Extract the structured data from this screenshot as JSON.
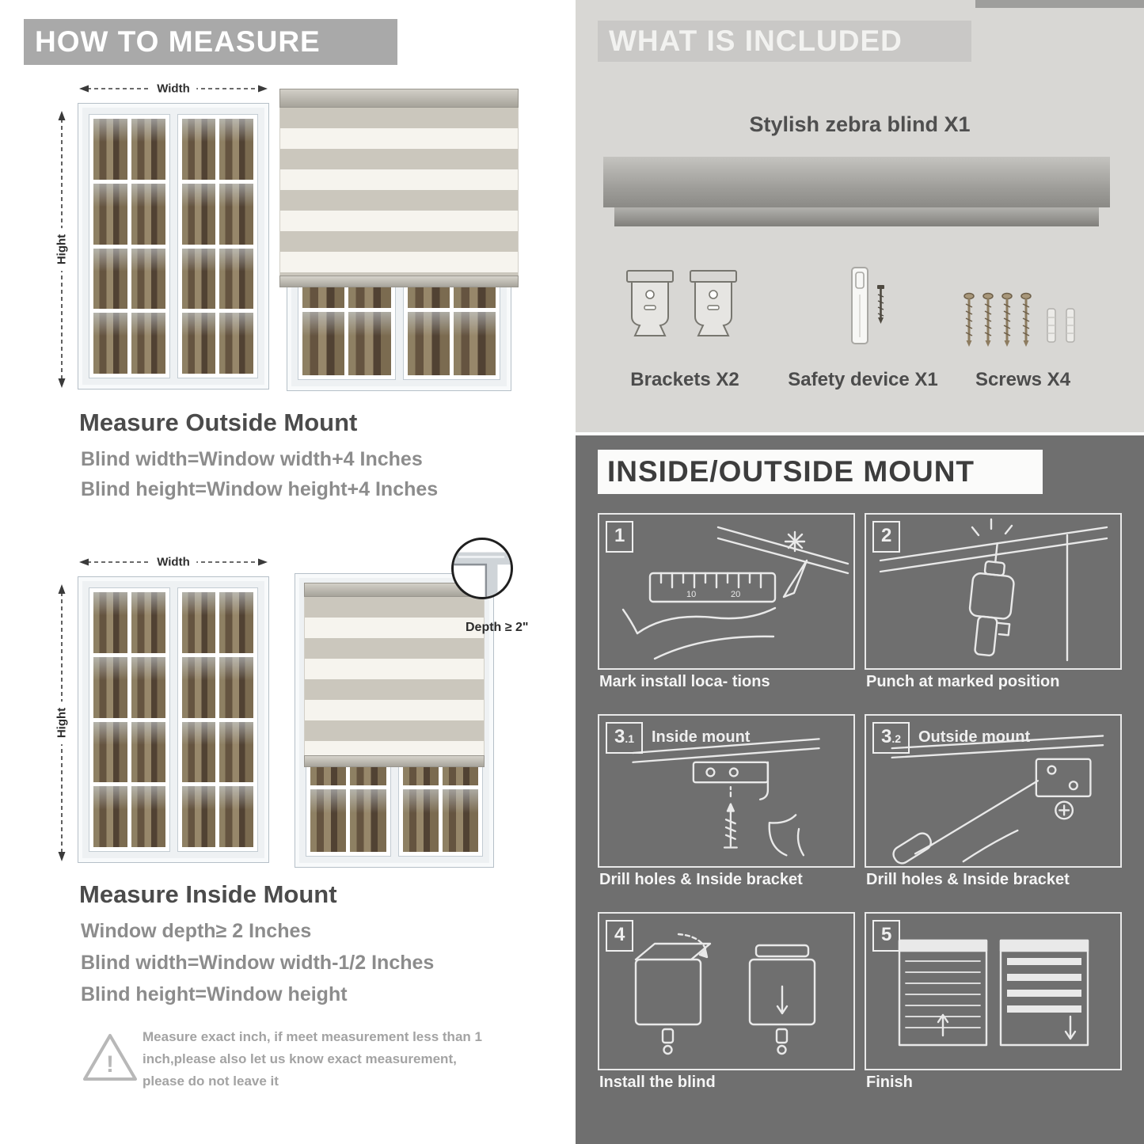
{
  "how_to_measure": {
    "header": "HOW TO MEASURE",
    "width_label": "Width",
    "height_label": "Hight",
    "outside": {
      "title": "Measure Outside Mount",
      "line1": "Blind width=Window width+4 Inches",
      "line2": "Blind height=Window height+4 Inches"
    },
    "inside": {
      "depth_note": "Depth ≥ 2\"",
      "title": "Measure Inside Mount",
      "line1": "Window depth≥ 2 Inches",
      "line2": "Blind width=Window width-1/2 Inches",
      "line3": "Blind height=Window height"
    },
    "warning_text": "Measure exact inch, if meet measurement less than 1 inch,please also let us know exact measurement, please do not leave it"
  },
  "included": {
    "header": "WHAT IS INCLUDED",
    "product_label": "Stylish zebra blind X1",
    "items": [
      {
        "label": "Brackets X2"
      },
      {
        "label": "Safety device X1"
      },
      {
        "label": "Screws X4"
      }
    ]
  },
  "mount_guide": {
    "header": "INSIDE/OUTSIDE MOUNT",
    "steps": [
      {
        "num": "1",
        "sub": "",
        "label": "",
        "caption": "Mark install loca- tions"
      },
      {
        "num": "2",
        "sub": "",
        "label": "",
        "caption": "Punch at  marked position"
      },
      {
        "num": "3",
        "sub": ".1",
        "label": "Inside mount",
        "caption": "Drill holes &  Inside bracket"
      },
      {
        "num": "3",
        "sub": ".2",
        "label": "Outside mount",
        "caption": "Drill holes &  Inside bracket"
      },
      {
        "num": "4",
        "sub": "",
        "label": "",
        "caption": "Install the blind"
      },
      {
        "num": "5",
        "sub": "",
        "label": "",
        "caption": "Finish"
      }
    ]
  }
}
